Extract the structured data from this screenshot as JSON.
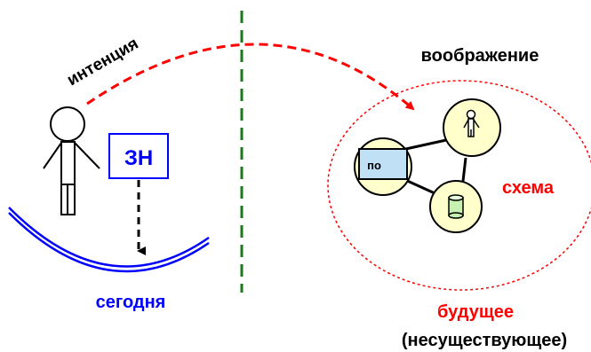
{
  "labels": {
    "intention": "интенция",
    "imagination": "воображение",
    "knowledge_box": "ЗН",
    "today": "сегодня",
    "schema": "схема",
    "po_box": "по",
    "future": "будущее",
    "nonexistent": "(несуществующее)"
  },
  "colors": {
    "red": "#ff0000",
    "blue": "#0000ff",
    "green": "#1a7a1a",
    "black": "#000000",
    "node_fill": "#ffffcc",
    "po_fill": "#bfe0f5"
  },
  "icons": {
    "person": "stick-figure-icon",
    "knowledge": "knowledge-box-icon",
    "schema_person": "person-node-icon",
    "schema_db": "cylinder-node-icon"
  }
}
